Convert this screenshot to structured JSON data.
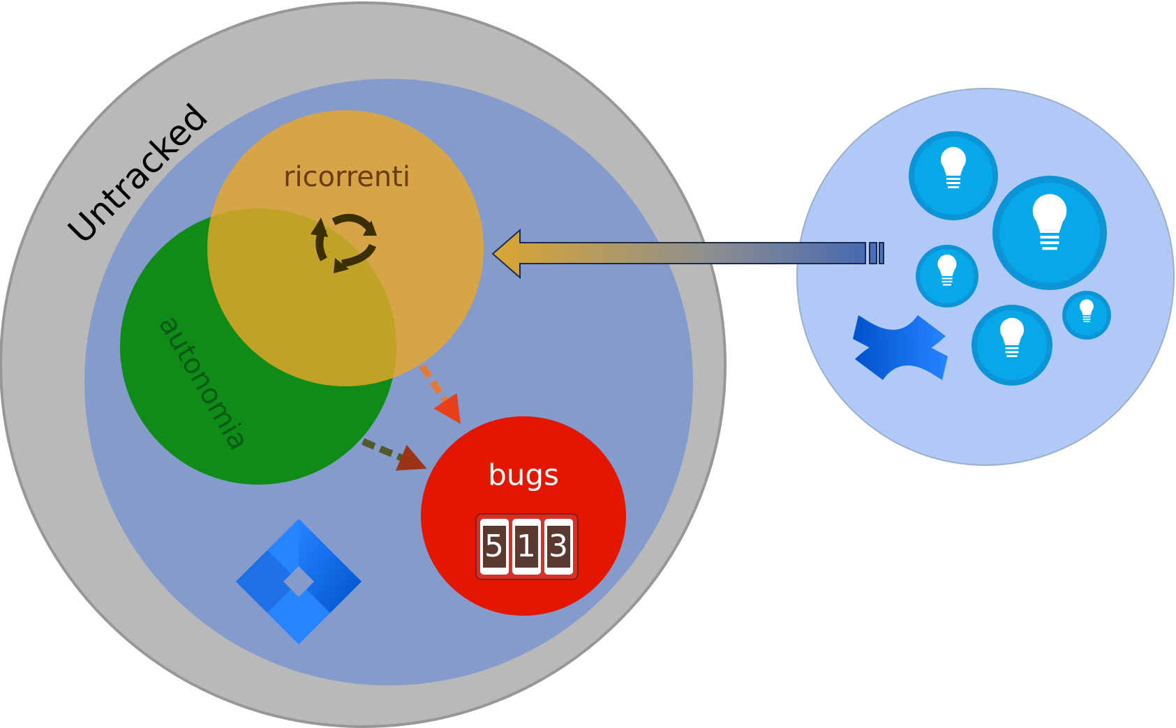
{
  "labels": {
    "untracked": "Untracked",
    "ricorrenti": "ricorrenti",
    "autonomia": "autonomia",
    "bugs": "bugs"
  },
  "counter": {
    "digits": [
      "5",
      "1",
      "3"
    ]
  },
  "icons": {
    "recurring": "recycle-arrows-icon",
    "jira": "jira-logo-icon",
    "confluence": "confluence-logo-icon",
    "idea": "lightbulb-icon"
  },
  "colors": {
    "untracked_fill": "#b9b9b9",
    "project_fill": "#849bcc",
    "ricorrenti_fill": "#dca22a",
    "autonomia_fill": "#0f8b17",
    "bugs_fill": "#e31600",
    "ideas_pool_fill": "#b1c9f6",
    "idea_fill": "#06a8ea",
    "brand_blue": "#2684ff"
  }
}
